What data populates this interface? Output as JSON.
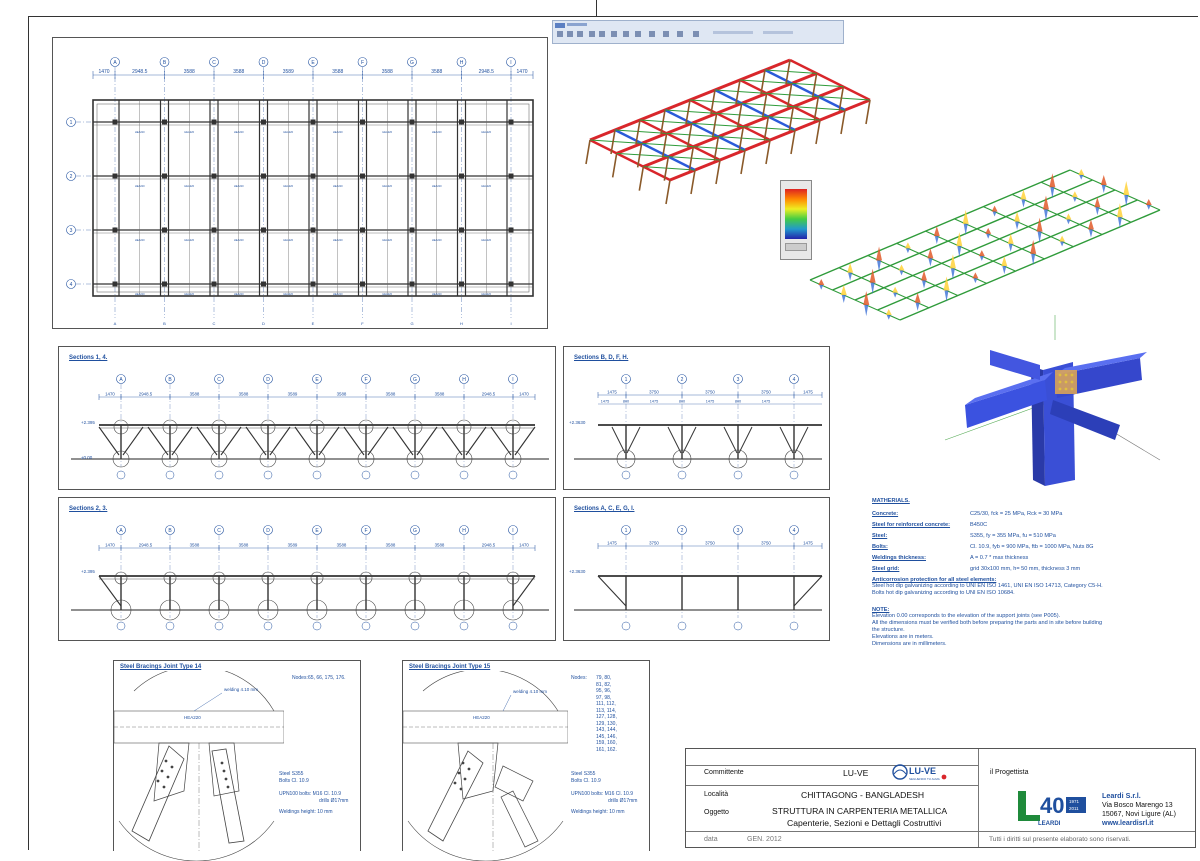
{
  "plan": {
    "column_labels": [
      "A",
      "B",
      "C",
      "D",
      "E",
      "F",
      "G",
      "H",
      "I"
    ],
    "row_labels": [
      "1",
      "2",
      "3",
      "4"
    ],
    "dimensions": [
      "1470",
      "2948.5",
      "3588",
      "3588",
      "3589",
      "3588",
      "3588",
      "3588",
      "2948.5",
      "1470"
    ],
    "beam_labels": [
      "HEA220",
      "HEA220",
      "HEA220",
      "HEA220",
      "HEA220",
      "HEA220",
      "HEA220",
      "HEA220"
    ]
  },
  "sections": {
    "s14_title": "Sections 1, 4.",
    "s23_title": "Sections 2, 3.",
    "sbdfh_title": "Sections B, D, F, H.",
    "saceg_title": "Sections A, C, E, G, I.",
    "row_labels": [
      "1",
      "2",
      "3",
      "4"
    ],
    "row_dims": [
      "1475",
      "3750",
      "3750",
      "3750",
      "1475"
    ],
    "row_subdims": [
      "1475",
      "800",
      "1475",
      "800",
      "1475",
      "800",
      "1475"
    ],
    "elevations": [
      "+2.395",
      "±0.00",
      "+2.395",
      "+2.3630"
    ]
  },
  "joints": {
    "j14_title": "Steel Bracings Joint Type 14",
    "j14_nodes_label": "Nodes:",
    "j14_nodes": "65, 66, 175, 176.",
    "j14_steel": "Steel S355",
    "j14_bolts": "Bolts Cl. 10.9",
    "j14_upn": "UPN100 bolts: M16 Cl. 10.9",
    "j14_drills": "drills Ø17mm",
    "j14_weld": "Weldings height: 10 mm",
    "j14_welding_tag": "welding 4.10 mm",
    "j15_title": "Steel Bracings Joint Type 15",
    "j15_nodes_label": "Nodes:",
    "j15_nodes": [
      "79, 80,",
      "81, 82,",
      "95, 96,",
      "97, 98,",
      "111, 112,",
      "113, 114,",
      "127, 128,",
      "129, 130,",
      "143, 144,",
      "145, 146,",
      "159, 160,",
      "161, 162."
    ],
    "j15_steel": "Steel S355",
    "j15_bolts": "Bolts Cl. 10.9",
    "j15_upn": "UPN100 bolts: M16 Cl. 10.9",
    "j15_drills": "drills Ø17mm",
    "j15_weld": "Weldings height: 10 mm",
    "j15_welding_tag": "welding 4.10 mm",
    "profile": "HEA220"
  },
  "materials": {
    "title": "MATHERIALS.",
    "rows": [
      {
        "label": "Concrete:",
        "value": "C25/30, fck = 25 MPa, Rck = 30 MPa"
      },
      {
        "label": "Steel for reinforced concrete:",
        "value": "B450C"
      },
      {
        "label": "Steel:",
        "value": "S355, fy = 355 MPa, fu = 510 MPa"
      },
      {
        "label": "Bolts:",
        "value": "Cl. 10.9, fyb = 900 MPa, ftb = 1000 MPa, Nuts 8G"
      },
      {
        "label": "Weldings thickness:",
        "value": "A = 0.7 * max thickness"
      },
      {
        "label": "Steel grid:",
        "value": "grid 30x100 mm, h= 50 mm, thickness 3 mm"
      }
    ],
    "anticorrosion_title": "Anticorrosion protection for all steel elements:",
    "anticorrosion_1": "Steel hot dip galvanizing according to UNI EN ISO 1461, UNI EN ISO 14713, Category C5-H.",
    "anticorrosion_2": "Bolts hot dip galvanizing according to UNI EN ISO 10684.",
    "note_title": "NOTE:",
    "notes": [
      "Elevation 0.00 corresponds to the elevation of the support joints (see P005).",
      "All the dimensions must be verified both before preparing the parts and in site before building",
      "the structure.",
      "Elevations are in meters.",
      "Dimensions are in millimeters."
    ]
  },
  "title_block": {
    "committente_label": "Committente",
    "committente_value": "LU-VE",
    "luve_logo": "LU-VE",
    "luve_logo_sub": "SEGUENDO TU ALMA",
    "localita_label": "Località",
    "localita_value": "CHITTAGONG - BANGLADESH",
    "oggetto_label": "Oggetto",
    "oggetto_value_1": "STRUTTURA IN CARPENTERIA METALLICA",
    "oggetto_value_2": "Capenterie, Sezioni e Dettagli Costruttivi",
    "data_label": "data",
    "data_value": "GEN. 2012",
    "progettista_label": "il Progettista",
    "company_name": "Leardi S.r.l.",
    "company_addr_1": "Via Bosco Marengo 13",
    "company_addr_2": "15067, Novi Ligure (AL)",
    "company_web": "www.leardisrl.it",
    "logo_40": "40",
    "logo_years_top": "1971",
    "logo_years_bottom": "2011",
    "logo_name": "LEARDI",
    "rights": "Tutti i diritti sul presente elaborato sono riservati."
  },
  "colors": {
    "drawing_blue": "#1f4f9e",
    "frame_dark": "#333333",
    "model_red": "#d9262b",
    "model_blue": "#2b5bd9",
    "model_green": "#2f9b3a",
    "steel_blue": "#3a4fd6",
    "brand_green": "#1f8a3b",
    "brand_blue": "#1f4f9e"
  }
}
